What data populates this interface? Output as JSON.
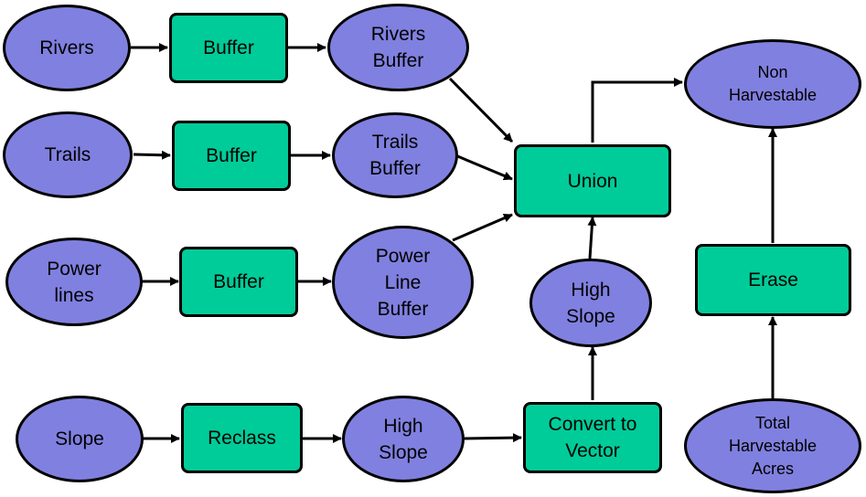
{
  "nodes": {
    "rivers": "Rivers",
    "buffer_rivers": "Buffer",
    "rivers_buffer": "Rivers\nBuffer",
    "trails": "Trails",
    "buffer_trails": "Buffer",
    "trails_buffer": "Trails\nBuffer",
    "power_lines": "Power\nlines",
    "buffer_power": "Buffer",
    "power_line_buffer": "Power\nLine\nBuffer",
    "slope": "Slope",
    "reclass": "Reclass",
    "high_slope_raster": "High\nSlope",
    "convert_to_vector": "Convert to\nVector",
    "high_slope_vector": "High\nSlope",
    "union": "Union",
    "non_harvestable": "Non\nHarvestable",
    "erase": "Erase",
    "total_harvestable_acres": "Total\nHarvestable\nAcres"
  },
  "colors": {
    "data_fill": "#8080e0",
    "process_fill": "#00cc99",
    "stroke": "#000000"
  }
}
